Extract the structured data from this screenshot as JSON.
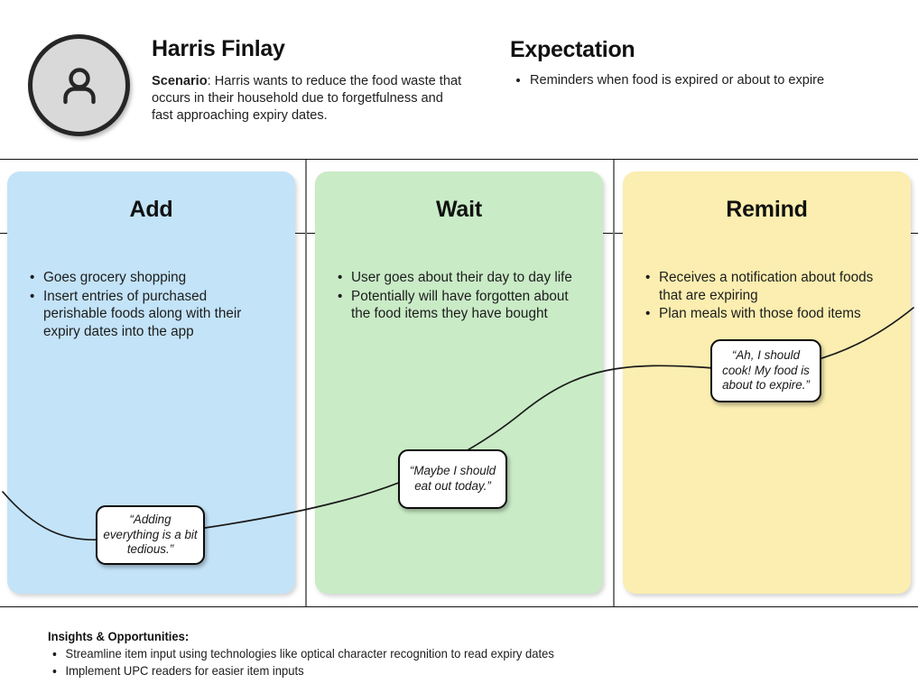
{
  "persona": {
    "name": "Harris Finlay",
    "avatar_icon": "person-avatar-icon",
    "scenario_label": "Scenario",
    "scenario_text": ": Harris wants to reduce the food waste that occurs in their household due to forgetfulness and fast approaching expiry dates."
  },
  "expectation": {
    "title": "Expectation",
    "items": [
      "Reminders when food is expired or about to expire"
    ]
  },
  "stages": [
    {
      "title": "Add",
      "color": "#c3e3f8",
      "actions": [
        "Goes grocery shopping",
        "Insert entries of purchased perishable foods along with their expiry dates into the app"
      ],
      "quote": "“Adding everything is a bit tedious.”"
    },
    {
      "title": "Wait",
      "color": "#c9ebc6",
      "actions": [
        "User goes about their day to day life",
        "Potentially will have forgotten about the food items they have bought"
      ],
      "quote": "“Maybe I should eat out today.”"
    },
    {
      "title": "Remind",
      "color": "#fbeeb0",
      "actions": [
        "Receives a notification about foods that are expiring",
        "Plan meals with those food items"
      ],
      "quote": "“Ah, I should cook! My food is about to expire.”"
    }
  ],
  "insights": {
    "title": "Insights & Opportunities:",
    "items": [
      "Streamline item input using technologies like optical character recognition to read expiry dates",
      "Implement UPC readers for easier item inputs"
    ]
  },
  "colors": {
    "rule": "#111111",
    "divider": "#7b7b7b",
    "curve": "#1a1a1a",
    "avatar_fill": "#d9d9d9",
    "avatar_border": "#262626"
  }
}
